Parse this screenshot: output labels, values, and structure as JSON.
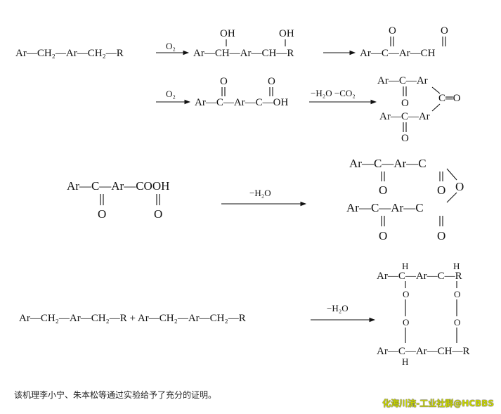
{
  "scheme1": {
    "row1": {
      "reactant": "Ar—CH₂—Ar—CH₂—R",
      "reagent": "O₂",
      "intermediate": "Ar—CH—Ar—CH—R",
      "oh1": "OH",
      "oh2": "OH",
      "product": "Ar—C—Ar—CH",
      "o1": "O",
      "o2": "O"
    },
    "row2": {
      "reagent": "O₂",
      "acid": "Ar—C—Ar—C—OH",
      "o1": "O",
      "o2": "O",
      "conditions": "−H₂O  −CO₂",
      "top": "Ar—C—Ar",
      "top_o": "O",
      "ketone": "C═O",
      "bottom": "Ar—C—Ar",
      "bottom_o": "O"
    }
  },
  "scheme2": {
    "acid": "Ar—C—Ar—COOH",
    "o1": "O",
    "o2": "O",
    "conditions": "−H₂O",
    "top": "Ar—C—Ar—C",
    "bottom": "Ar—C—Ar—C",
    "o_labels": [
      "O",
      "O",
      "O",
      "O",
      "O"
    ]
  },
  "scheme3": {
    "reactants": "Ar—CH₂—Ar—CH₂—R + Ar—CH₂—Ar—CH₂—R",
    "conditions": "−H₂O",
    "top": "Ar—C—Ar—C—R",
    "bottom": "Ar—C—Ar—CH—R",
    "h_labels": [
      "H",
      "H",
      "H"
    ],
    "o_labels": [
      "O",
      "O",
      "O",
      "O"
    ]
  },
  "note": "该机理李小宁、朱本松等通过实验给予了充分的证明。",
  "watermark": "化海川流-工业社群@HCBBS"
}
